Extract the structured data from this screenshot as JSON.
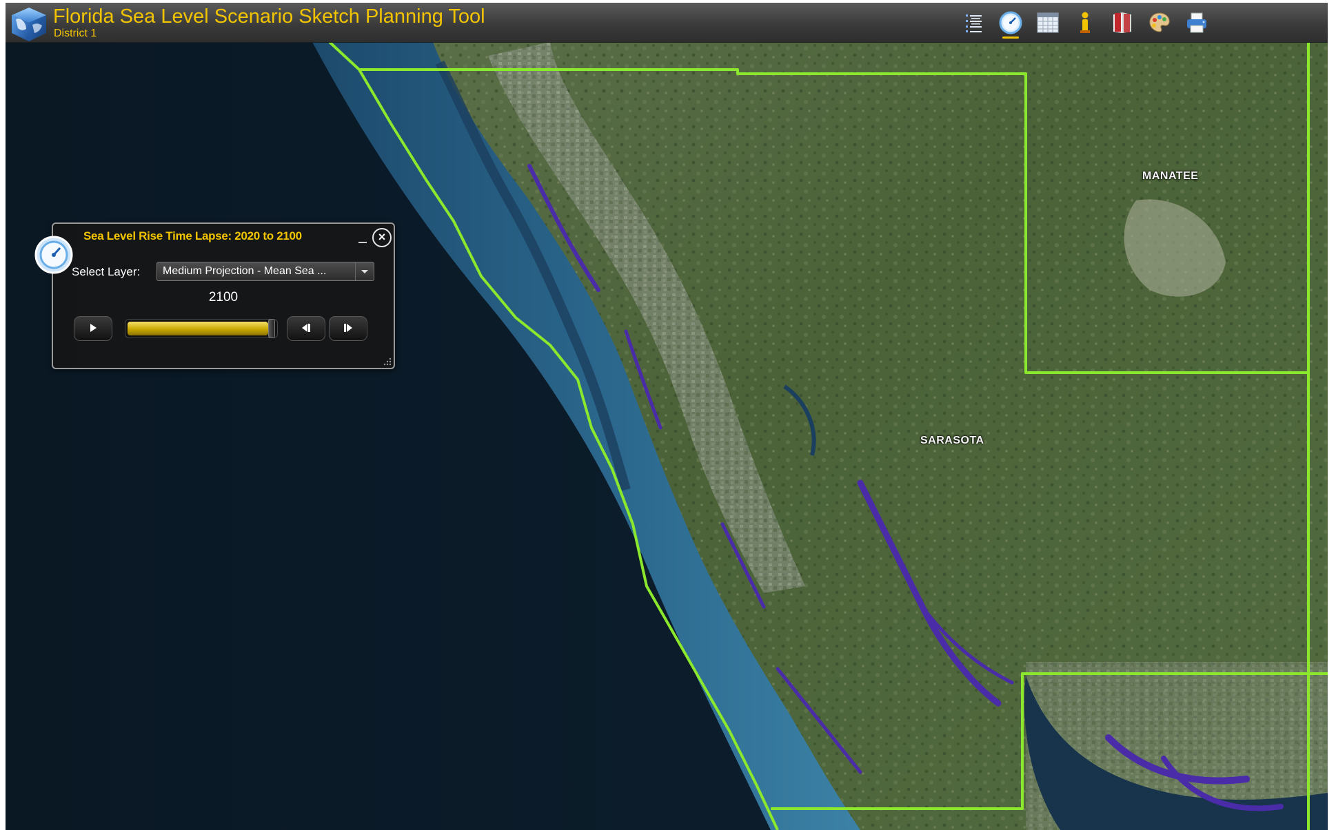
{
  "app": {
    "title": "Florida Sea Level Scenario Sketch Planning Tool",
    "subtitle": "District 1",
    "accent_color": "#f2c400"
  },
  "toolbar": {
    "items": [
      {
        "icon": "layer-list-icon"
      },
      {
        "icon": "time-lapse-clock-icon",
        "active": true
      },
      {
        "icon": "attribute-table-icon"
      },
      {
        "icon": "identify-info-icon"
      },
      {
        "icon": "bookmark-book-icon"
      },
      {
        "icon": "basemap-palette-icon"
      },
      {
        "icon": "print-icon"
      }
    ]
  },
  "map": {
    "counties": [
      {
        "name": "MANATEE"
      },
      {
        "name": "SARASOTA"
      }
    ],
    "boundary_color": "#8be82c",
    "inundation_color": "#4b2ca8"
  },
  "time_lapse_widget": {
    "title": "Sea Level Rise Time Lapse: 2020 to 2100",
    "select_label": "Select Layer:",
    "selected_layer": "Medium Projection - Mean Sea ...",
    "current_year": "2100",
    "progress": 1.0
  }
}
